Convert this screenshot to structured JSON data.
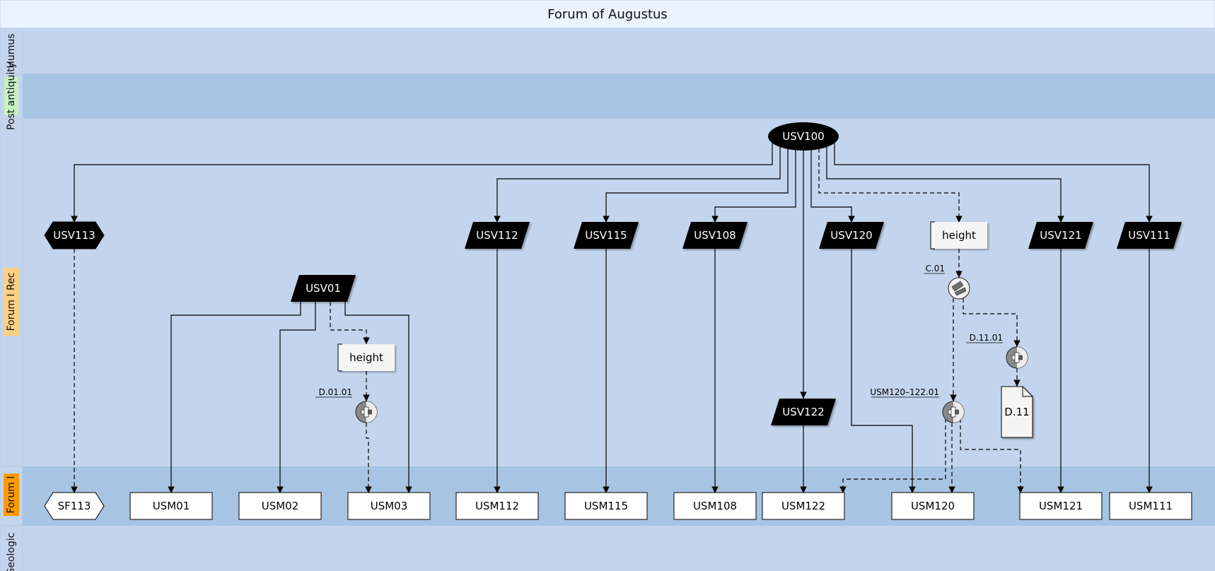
{
  "title": "Forum of Augustus",
  "swimlanes": [
    {
      "label": "Humus",
      "color": "#c3d5ec",
      "tab_color": "#c3d5ec"
    },
    {
      "label": "Post antiquity",
      "color": "#a7c4e2",
      "tab_color": "#c8f1c4"
    },
    {
      "label": "Forum I Rec",
      "color": "#c3d5ec",
      "tab_color": "#ffcf86"
    },
    {
      "label": "Forum I",
      "color": "#a7c4e2",
      "tab_color": "#ff9a00"
    },
    {
      "label": "Geologic",
      "color": "#c3d5ec",
      "tab_color": "#c3d5ec"
    }
  ],
  "nodes": {
    "USV100": {
      "label": "USV100",
      "shape": "ellipse"
    },
    "USV113": {
      "label": "USV113",
      "shape": "octagon-dark"
    },
    "USV112": {
      "label": "USV112",
      "shape": "parallelogram"
    },
    "USV115": {
      "label": "USV115",
      "shape": "parallelogram"
    },
    "USV108": {
      "label": "USV108",
      "shape": "parallelogram"
    },
    "USV120": {
      "label": "USV120",
      "shape": "parallelogram"
    },
    "USV121": {
      "label": "USV121",
      "shape": "parallelogram"
    },
    "USV111": {
      "label": "USV111",
      "shape": "parallelogram"
    },
    "USV01": {
      "label": "USV01",
      "shape": "parallelogram"
    },
    "USV122": {
      "label": "USV122",
      "shape": "parallelogram"
    },
    "height_a": {
      "label": "height",
      "shape": "property"
    },
    "height_b": {
      "label": "height",
      "shape": "property"
    },
    "C01": {
      "label": "C.01",
      "shape": "combiner"
    },
    "D1101": {
      "label": "D.11.01",
      "shape": "extractor"
    },
    "D0101": {
      "label": "D.01.01",
      "shape": "extractor"
    },
    "USM120_122_01": {
      "label": "USM120–122.01",
      "shape": "extractor"
    },
    "D11": {
      "label": "D.11",
      "shape": "document"
    },
    "SF113": {
      "label": "SF113",
      "shape": "octagon-light"
    },
    "USM01": {
      "label": "USM01",
      "shape": "rect"
    },
    "USM02": {
      "label": "USM02",
      "shape": "rect"
    },
    "USM03": {
      "label": "USM03",
      "shape": "rect"
    },
    "USM112": {
      "label": "USM112",
      "shape": "rect"
    },
    "USM115": {
      "label": "USM115",
      "shape": "rect"
    },
    "USM108": {
      "label": "USM108",
      "shape": "rect"
    },
    "USM122": {
      "label": "USM122",
      "shape": "rect"
    },
    "USM120": {
      "label": "USM120",
      "shape": "rect"
    },
    "USM121": {
      "label": "USM121",
      "shape": "rect"
    },
    "USM111": {
      "label": "USM111",
      "shape": "rect"
    }
  },
  "edges": [
    {
      "from": "USV100",
      "to": "USV113",
      "style": "solid"
    },
    {
      "from": "USV100",
      "to": "USV112",
      "style": "solid"
    },
    {
      "from": "USV100",
      "to": "USV115",
      "style": "solid"
    },
    {
      "from": "USV100",
      "to": "USV108",
      "style": "solid"
    },
    {
      "from": "USV100",
      "to": "USV122",
      "style": "solid"
    },
    {
      "from": "USV100",
      "to": "USV120",
      "style": "solid"
    },
    {
      "from": "USV100",
      "to": "height_b",
      "style": "dashed"
    },
    {
      "from": "USV100",
      "to": "USV121",
      "style": "solid"
    },
    {
      "from": "USV100",
      "to": "USV111",
      "style": "solid"
    },
    {
      "from": "USV113",
      "to": "SF113",
      "style": "dashed"
    },
    {
      "from": "USV01",
      "to": "USM01",
      "style": "solid"
    },
    {
      "from": "USV01",
      "to": "USM02",
      "style": "solid"
    },
    {
      "from": "USV01",
      "to": "height_a",
      "style": "dashed"
    },
    {
      "from": "USV01",
      "to": "USM03",
      "style": "solid"
    },
    {
      "from": "height_a",
      "to": "D0101",
      "style": "dashed"
    },
    {
      "from": "D0101",
      "to": "USM03",
      "style": "dashed"
    },
    {
      "from": "USV112",
      "to": "USM112",
      "style": "solid"
    },
    {
      "from": "USV115",
      "to": "USM115",
      "style": "solid"
    },
    {
      "from": "USV108",
      "to": "USM108",
      "style": "solid"
    },
    {
      "from": "USV122",
      "to": "USM122",
      "style": "solid"
    },
    {
      "from": "USV120",
      "to": "USM120",
      "style": "solid"
    },
    {
      "from": "height_b",
      "to": "C01",
      "style": "dashed"
    },
    {
      "from": "C01",
      "to": "D1101",
      "style": "dashed"
    },
    {
      "from": "C01",
      "to": "USM120_122_01",
      "style": "dashed"
    },
    {
      "from": "D1101",
      "to": "D11",
      "style": "dashed"
    },
    {
      "from": "USM120_122_01",
      "to": "USM122",
      "style": "dashed"
    },
    {
      "from": "USM120_122_01",
      "to": "USM120",
      "style": "dashed"
    },
    {
      "from": "USM120_122_01",
      "to": "USM121",
      "style": "dashed"
    },
    {
      "from": "USV121",
      "to": "USM121",
      "style": "solid"
    },
    {
      "from": "USV111",
      "to": "USM111",
      "style": "solid"
    }
  ],
  "colors": {
    "title_bg": "#eaf3ff",
    "node_dark": "#000000",
    "node_light": "#ffffff",
    "property_bg": "#f5f5f5",
    "edge": "#000000"
  }
}
